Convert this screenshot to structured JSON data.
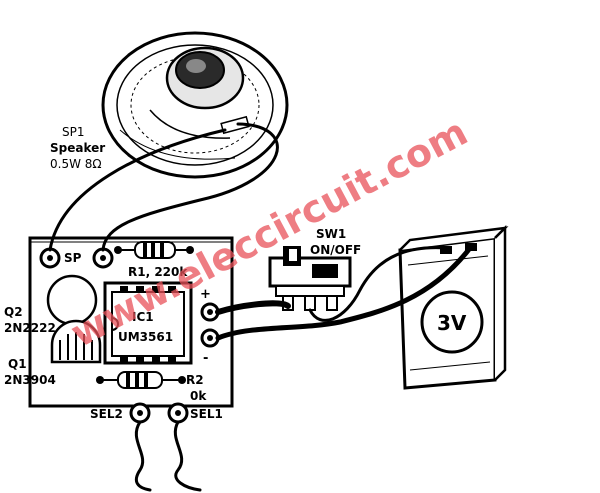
{
  "labels": {
    "sp1": "SP1",
    "speaker": "Speaker",
    "speaker_rating": "0.5W  8Ω",
    "sp_pad": "SP",
    "r1": "R1, 220k",
    "q2": "Q2",
    "q2_part": "2N2222",
    "q1": "Q1",
    "q1_part": "2N3904",
    "ic1": "IC1",
    "ic1_part": "UM3561",
    "plus": "+",
    "minus": "-",
    "r2": "R2",
    "r2_value": "0k",
    "sel2": "SEL2",
    "sel1": "SEL1",
    "sw1": "SW1",
    "sw1_state": "ON/OFF",
    "battery": "3V"
  },
  "watermark": "www.eleccircuit.com",
  "colors": {
    "ink": "#000000",
    "watermark": "#e8515a",
    "board": "#ffffff"
  }
}
